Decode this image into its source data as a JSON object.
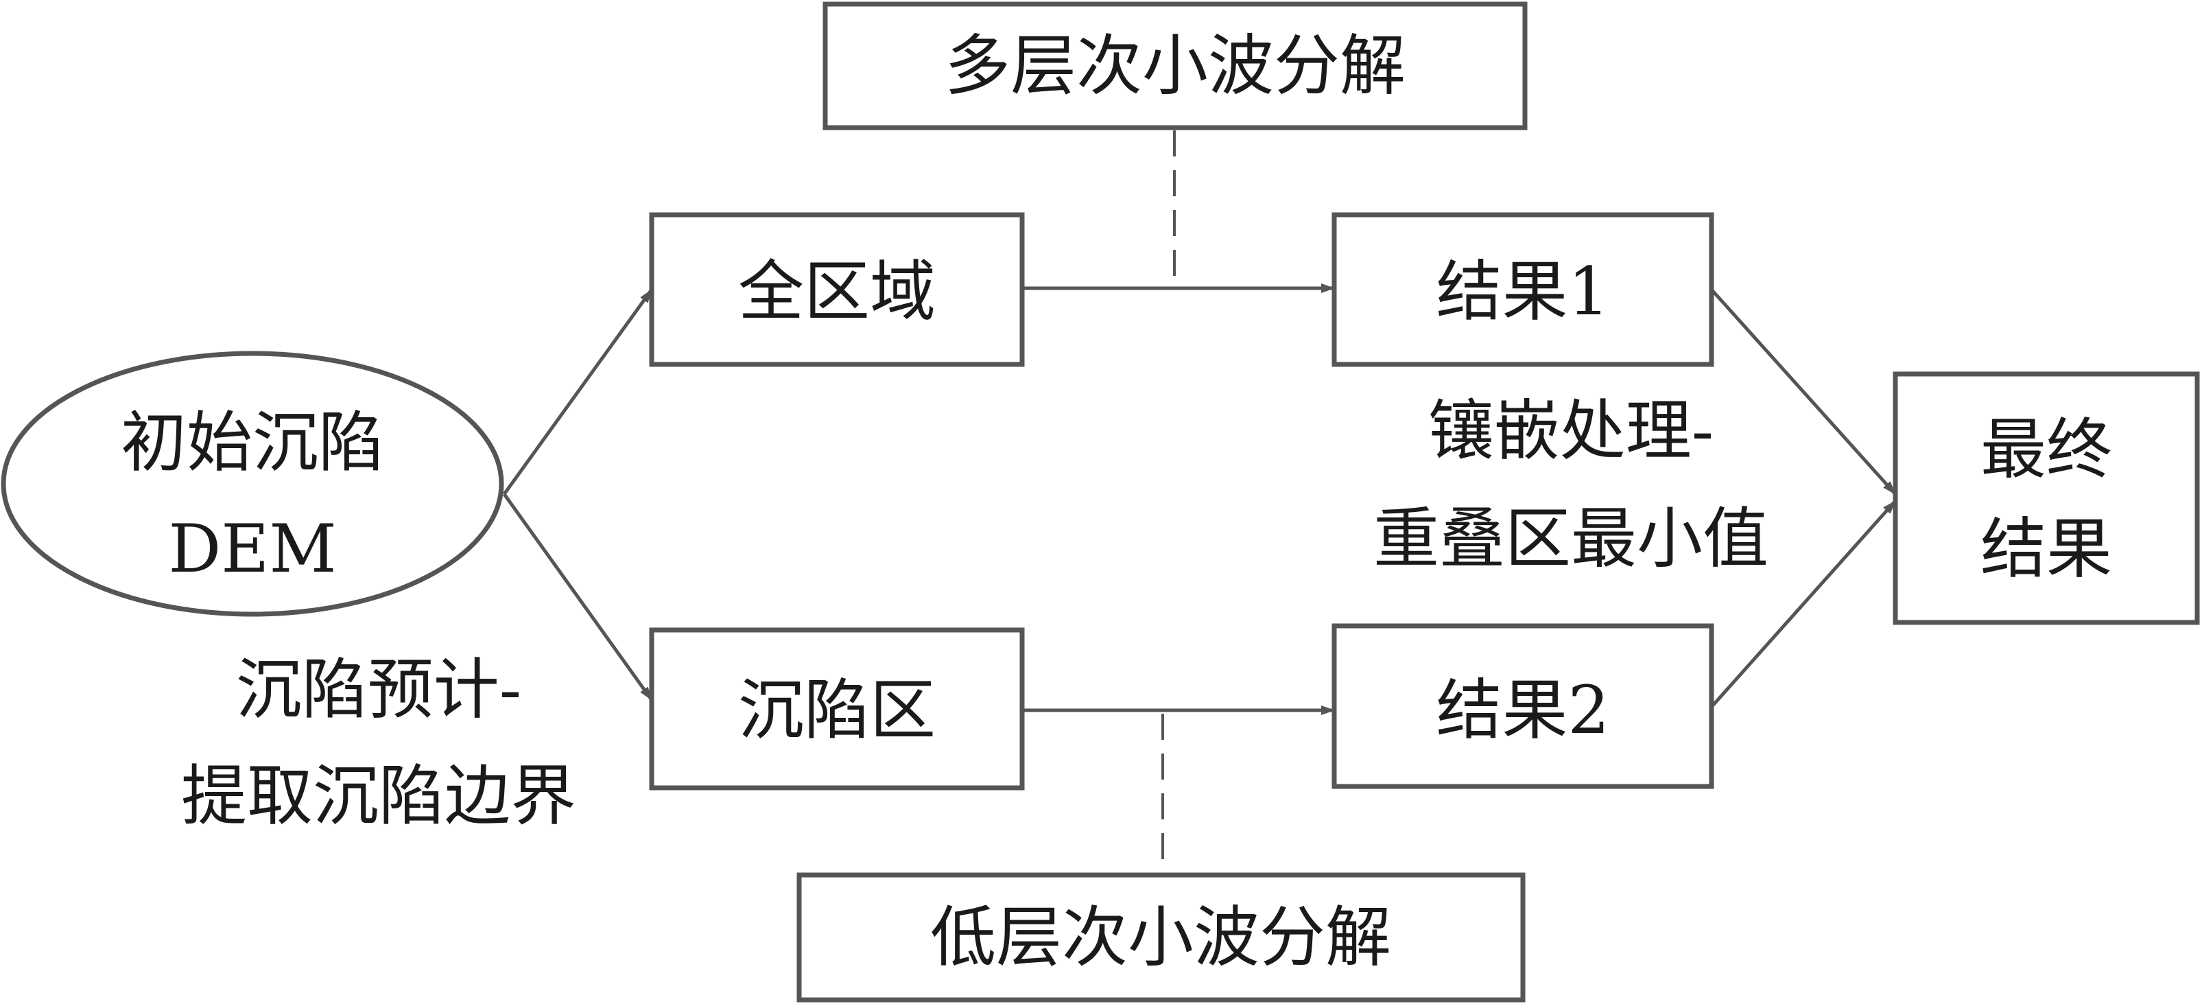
{
  "nodes": {
    "initial_dem": {
      "line1": "初始沉陷",
      "line2": "DEM"
    },
    "full_region": {
      "label": "全区域"
    },
    "subsidence_region": {
      "label": "沉陷区"
    },
    "result1": {
      "label": "结果1"
    },
    "result2": {
      "label": "结果2"
    },
    "final_result": {
      "line1": "最终",
      "line2": "结果"
    },
    "multi_level_wavelet": {
      "label": "多层次小波分解"
    },
    "low_level_wavelet": {
      "label": "低层次小波分解"
    }
  },
  "edge_labels": {
    "prediction": {
      "line1": "沉陷预计-",
      "line2": "提取沉陷边界"
    },
    "mosaic": {
      "line1": "镶嵌处理-",
      "line2": "重叠区最小值"
    }
  },
  "colors": {
    "stroke": "#555555",
    "text": "#1a1a1a",
    "background": "#ffffff"
  }
}
